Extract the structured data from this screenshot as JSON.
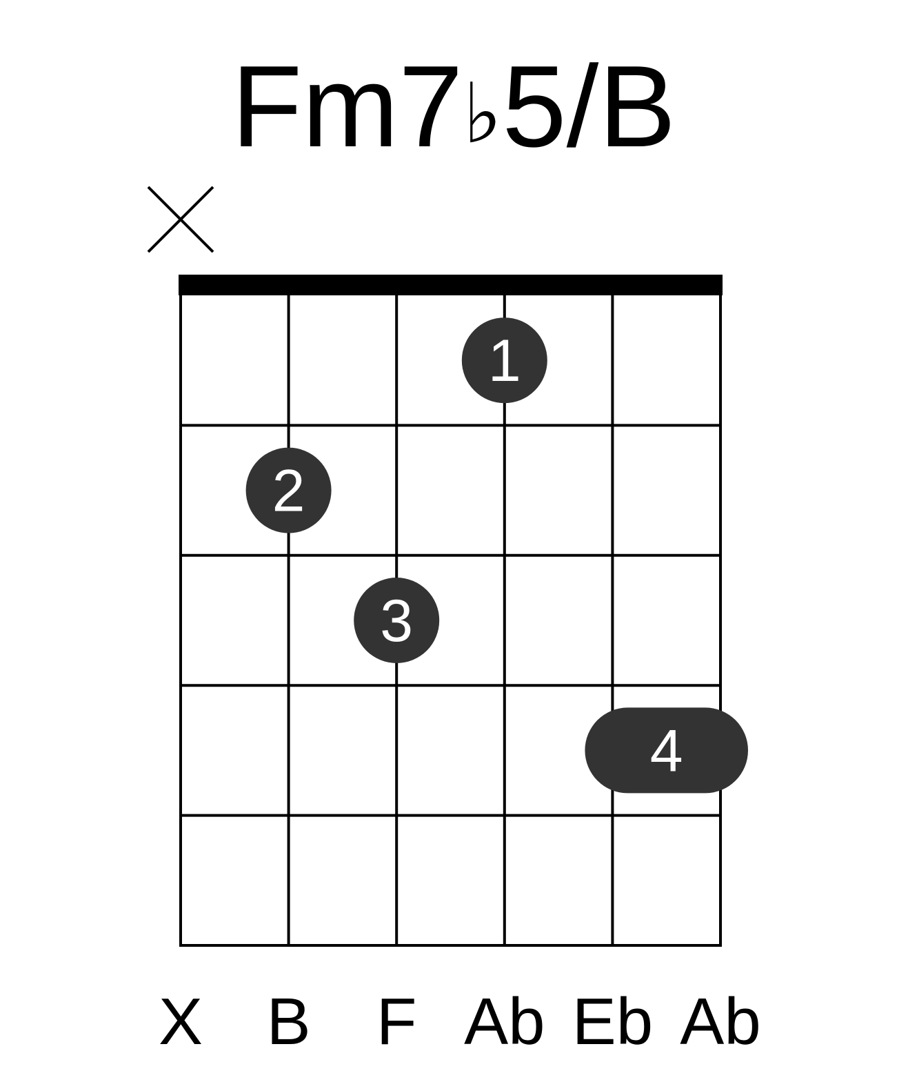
{
  "chord": {
    "name_root": "Fm7",
    "name_flat": "♭",
    "name_rest": "5/B"
  },
  "muted_marker": "X",
  "strings": [
    {
      "label": "X",
      "muted": true
    },
    {
      "label": "B",
      "muted": false
    },
    {
      "label": "F",
      "muted": false
    },
    {
      "label": "Ab",
      "muted": false
    },
    {
      "label": "Eb",
      "muted": false
    },
    {
      "label": "Ab",
      "muted": false
    }
  ],
  "fret_count": 5,
  "fingers": [
    {
      "finger": "1",
      "string": 4,
      "fret": 1,
      "span_to_string": 4
    },
    {
      "finger": "2",
      "string": 2,
      "fret": 2,
      "span_to_string": 2
    },
    {
      "finger": "3",
      "string": 3,
      "fret": 3,
      "span_to_string": 3
    },
    {
      "finger": "4",
      "string": 5,
      "fret": 4,
      "span_to_string": 6
    }
  ],
  "colors": {
    "line": "#000000",
    "dot": "#333333",
    "dot_text": "#ffffff",
    "background": "#ffffff"
  }
}
